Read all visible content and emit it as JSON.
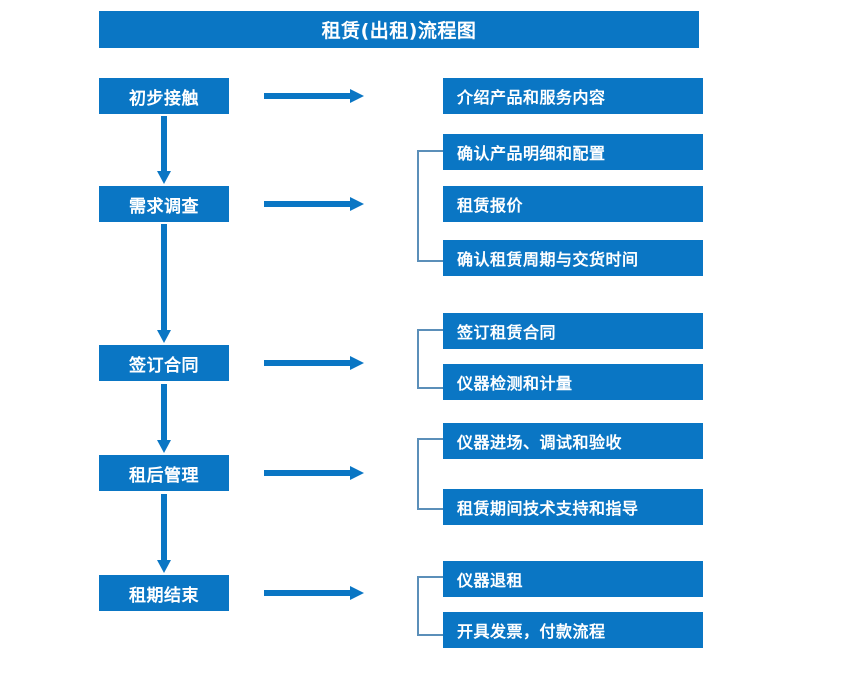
{
  "diagram": {
    "title": "租赁(出租)流程图",
    "colors": {
      "box_fill": "#0a76c4",
      "box_text": "#ffffff",
      "arrow": "#0a76c4",
      "bracket": "#5b8fb9",
      "background": "#ffffff"
    },
    "stages": [
      {
        "label": "初步接触"
      },
      {
        "label": "需求调查"
      },
      {
        "label": "签订合同"
      },
      {
        "label": "租后管理"
      },
      {
        "label": "租期结束"
      }
    ],
    "detail_groups": [
      {
        "stage": "初步接触",
        "bracketed": false,
        "items": [
          {
            "label": "介绍产品和服务内容"
          }
        ]
      },
      {
        "stage": "需求调查",
        "bracketed": true,
        "items": [
          {
            "label": "确认产品明细和配置"
          },
          {
            "label": "租赁报价"
          },
          {
            "label": "确认租赁周期与交货时间"
          }
        ]
      },
      {
        "stage": "签订合同",
        "bracketed": true,
        "items": [
          {
            "label": "签订租赁合同"
          },
          {
            "label": "仪器检测和计量"
          }
        ]
      },
      {
        "stage": "租后管理",
        "bracketed": true,
        "items": [
          {
            "label": "仪器进场、调试和验收"
          },
          {
            "label": "租赁期间技术支持和指导"
          }
        ]
      },
      {
        "stage": "租期结束",
        "bracketed": true,
        "items": [
          {
            "label": "仪器退租"
          },
          {
            "label": "开具发票，付款流程"
          }
        ]
      }
    ]
  }
}
